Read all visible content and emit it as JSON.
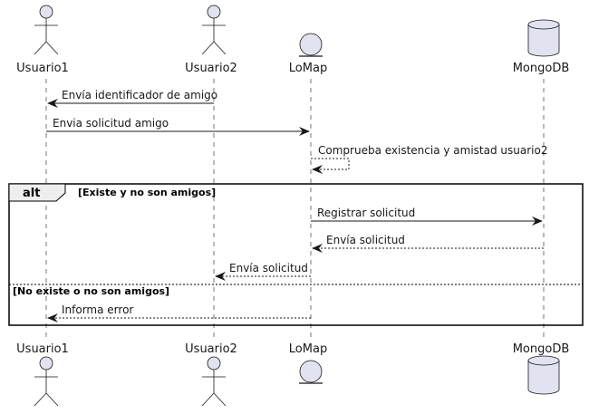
{
  "colors": {
    "participant_fill": "#E2E2F0",
    "stroke": "#181818",
    "lifeline": "#181818",
    "frame": "#000000",
    "background": "#FFFFFF"
  },
  "participants": [
    {
      "id": "u1",
      "name": "Usuario1",
      "kind": "actor",
      "icon": "actor-icon"
    },
    {
      "id": "u2",
      "name": "Usuario2",
      "kind": "actor",
      "icon": "actor-icon"
    },
    {
      "id": "lomap",
      "name": "LoMap",
      "kind": "entity",
      "icon": "entity-icon"
    },
    {
      "id": "mongo",
      "name": "MongoDB",
      "kind": "database",
      "icon": "database-icon"
    }
  ],
  "messages": [
    {
      "from": "u2",
      "to": "u1",
      "label": "Envía identificador de amigo",
      "style": "solid"
    },
    {
      "from": "u1",
      "to": "lomap",
      "label": "Envia solicitud amigo",
      "style": "solid"
    },
    {
      "from": "lomap",
      "to": "lomap",
      "label": "Comprueba existencia y amistad usuario2",
      "style": "dashed"
    },
    {
      "from": "lomap",
      "to": "mongo",
      "label": "Registrar solicitud",
      "style": "solid"
    },
    {
      "from": "mongo",
      "to": "lomap",
      "label": "Envía solicitud",
      "style": "dashed"
    },
    {
      "from": "lomap",
      "to": "u2",
      "label": "Envía solicitud",
      "style": "dashed"
    },
    {
      "from": "lomap",
      "to": "u1",
      "label": "Informa error",
      "style": "dashed"
    }
  ],
  "fragment": {
    "keyword": "alt",
    "guards": [
      "[Existe y no son amigos]",
      "[No existe o no son amigos]"
    ]
  }
}
